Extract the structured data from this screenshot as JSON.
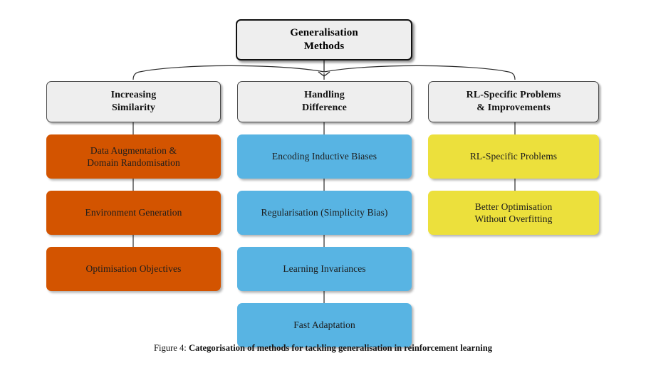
{
  "figure": {
    "caption_label": "Figure 4:",
    "caption_text": "Categorisation of methods for tackling generalisation in reinforcement learning"
  },
  "diagram": {
    "type": "tree",
    "root": {
      "label": "Generalisation\nMethods",
      "fill": "#eeeeee",
      "border": "#111111"
    },
    "columns": [
      {
        "header": "Increasing\nSimilarity",
        "accent": "#d35400",
        "items": [
          "Data Augmentation &\nDomain Randomisation",
          "Environment Generation",
          "Optimisation Objectives"
        ]
      },
      {
        "header": "Handling\nDifference",
        "accent": "#58b4e3",
        "items": [
          "Encoding Inductive Biases",
          "Regularisation (Simplicity Bias)",
          "Learning Invariances",
          "Fast Adaptation"
        ]
      },
      {
        "header": "RL-Specific Problems\n& Improvements",
        "accent": "#ece03c",
        "items": [
          "RL-Specific Problems",
          "Better Optimisation\nWithout Overfitting"
        ]
      }
    ],
    "connector_color": "#2b2b2b",
    "header_fill": "#eeeeee",
    "background": "#ffffff"
  }
}
